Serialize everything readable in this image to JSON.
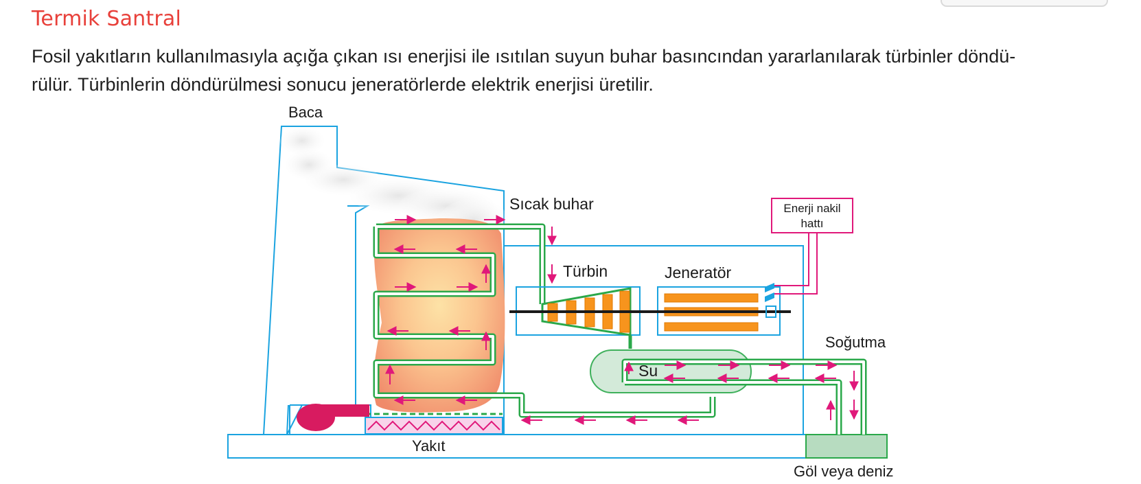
{
  "title": "Termik Santral",
  "paragraph": {
    "line1": "Fosil yakıtların kullanılmasıyla açığa çıkan ısı enerjisi ile ısıtılan suyun buhar basıncından yararlanılarak türbinler döndü-",
    "line2": "rülür. Türbinlerin döndürülmesi sonucu jeneratörlerde elektrik enerjisi üretilir."
  },
  "labels": {
    "chimney": "Baca",
    "hot_steam": "Sıcak buhar",
    "turbine": "Türbin",
    "generator": "Jeneratör",
    "power_line_1": "Enerji nakil",
    "power_line_2": "hattı",
    "cooling": "Soğutma",
    "water": "Su",
    "fuel": "Yakıt",
    "lake_or_sea": "Göl veya deniz"
  },
  "colors": {
    "title": "#e8403a",
    "outline": "#1aa3e0",
    "pipe": "#2aa84a",
    "arrow": "#e0187a",
    "fire": "#f5a57a",
    "turbine_blades": "#f7941d",
    "water_tank": "#cfe8d5",
    "pump": "#d81b60"
  }
}
